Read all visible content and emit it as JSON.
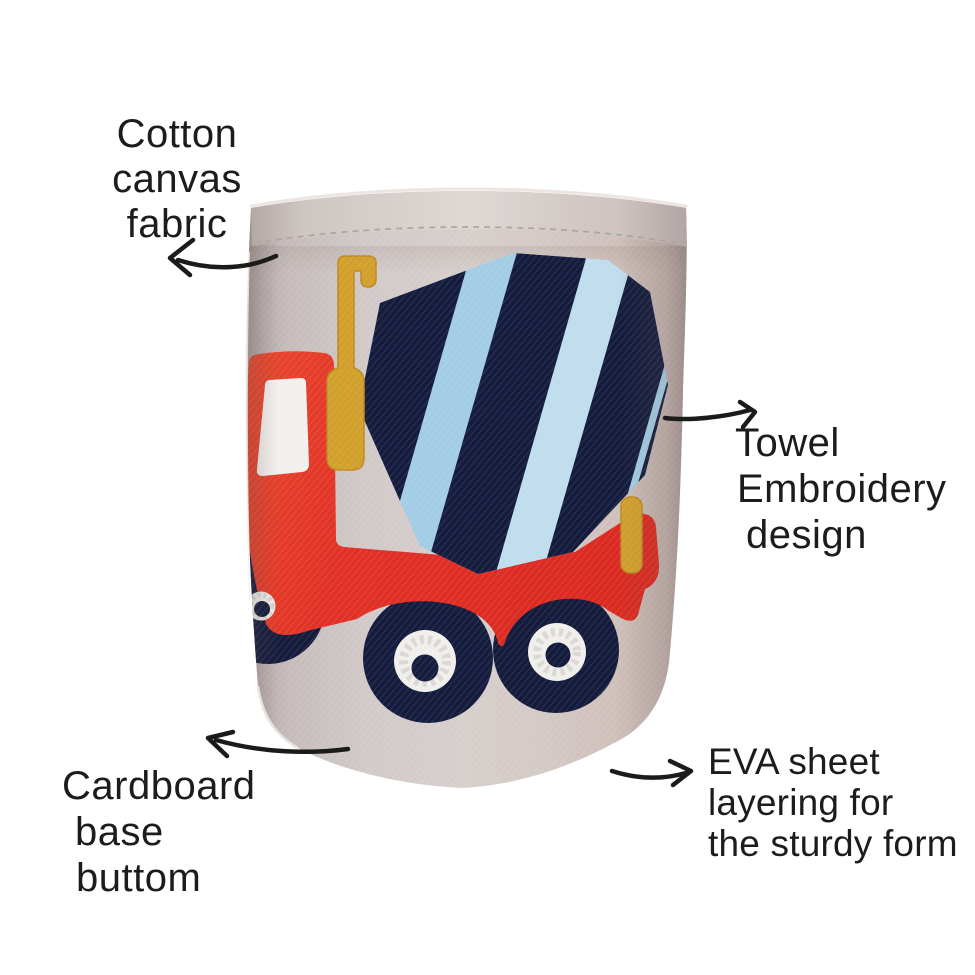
{
  "scene": {
    "description": "Fabric storage basket with embroidered cement mixer truck, annotated product features",
    "background_color": "#ffffff"
  },
  "annotations": {
    "cotton_canvas": {
      "lines": [
        "Cotton",
        "canvas",
        "fabric"
      ]
    },
    "towel_embroidery": {
      "lines": [
        "Towel",
        "Embroidery",
        "design"
      ]
    },
    "cardboard_base": {
      "lines": [
        "Cardboard",
        "base",
        "buttom"
      ]
    },
    "eva_sheet": {
      "lines": [
        "EVA sheet",
        "layering for",
        "the sturdy form"
      ]
    }
  },
  "colors": {
    "fabric": "#d5cdca",
    "fabric_shadow": "#ab9e9c",
    "truck_red": "#e23127",
    "embroidery_navy": "#151c3e",
    "drum_light_blue": "#a2cde4",
    "drum_pale_blue": "#bfddec",
    "pipe_yellow": "#d2a02c",
    "yarn_white": "#f1efec",
    "text": "#1c1c1c",
    "arrow": "#1b1b1b"
  }
}
